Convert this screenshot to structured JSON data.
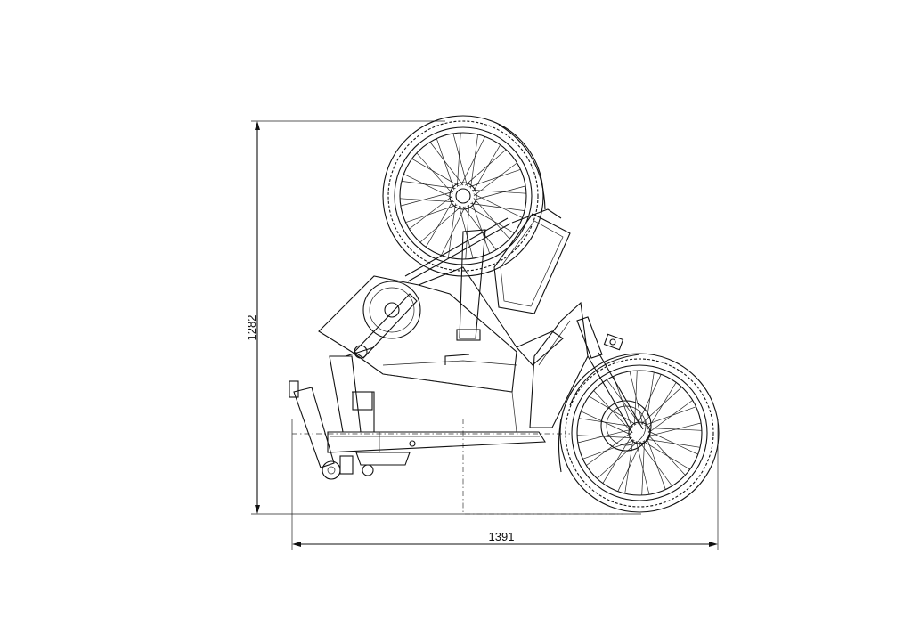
{
  "dimensions": {
    "height": "1282",
    "width": "1391"
  },
  "wheels": [
    {
      "name": "top-wheel",
      "spokes": 32
    },
    {
      "name": "front-wheel",
      "spokes": 32
    }
  ],
  "colors": {
    "line": "#111111",
    "background": "#ffffff"
  }
}
